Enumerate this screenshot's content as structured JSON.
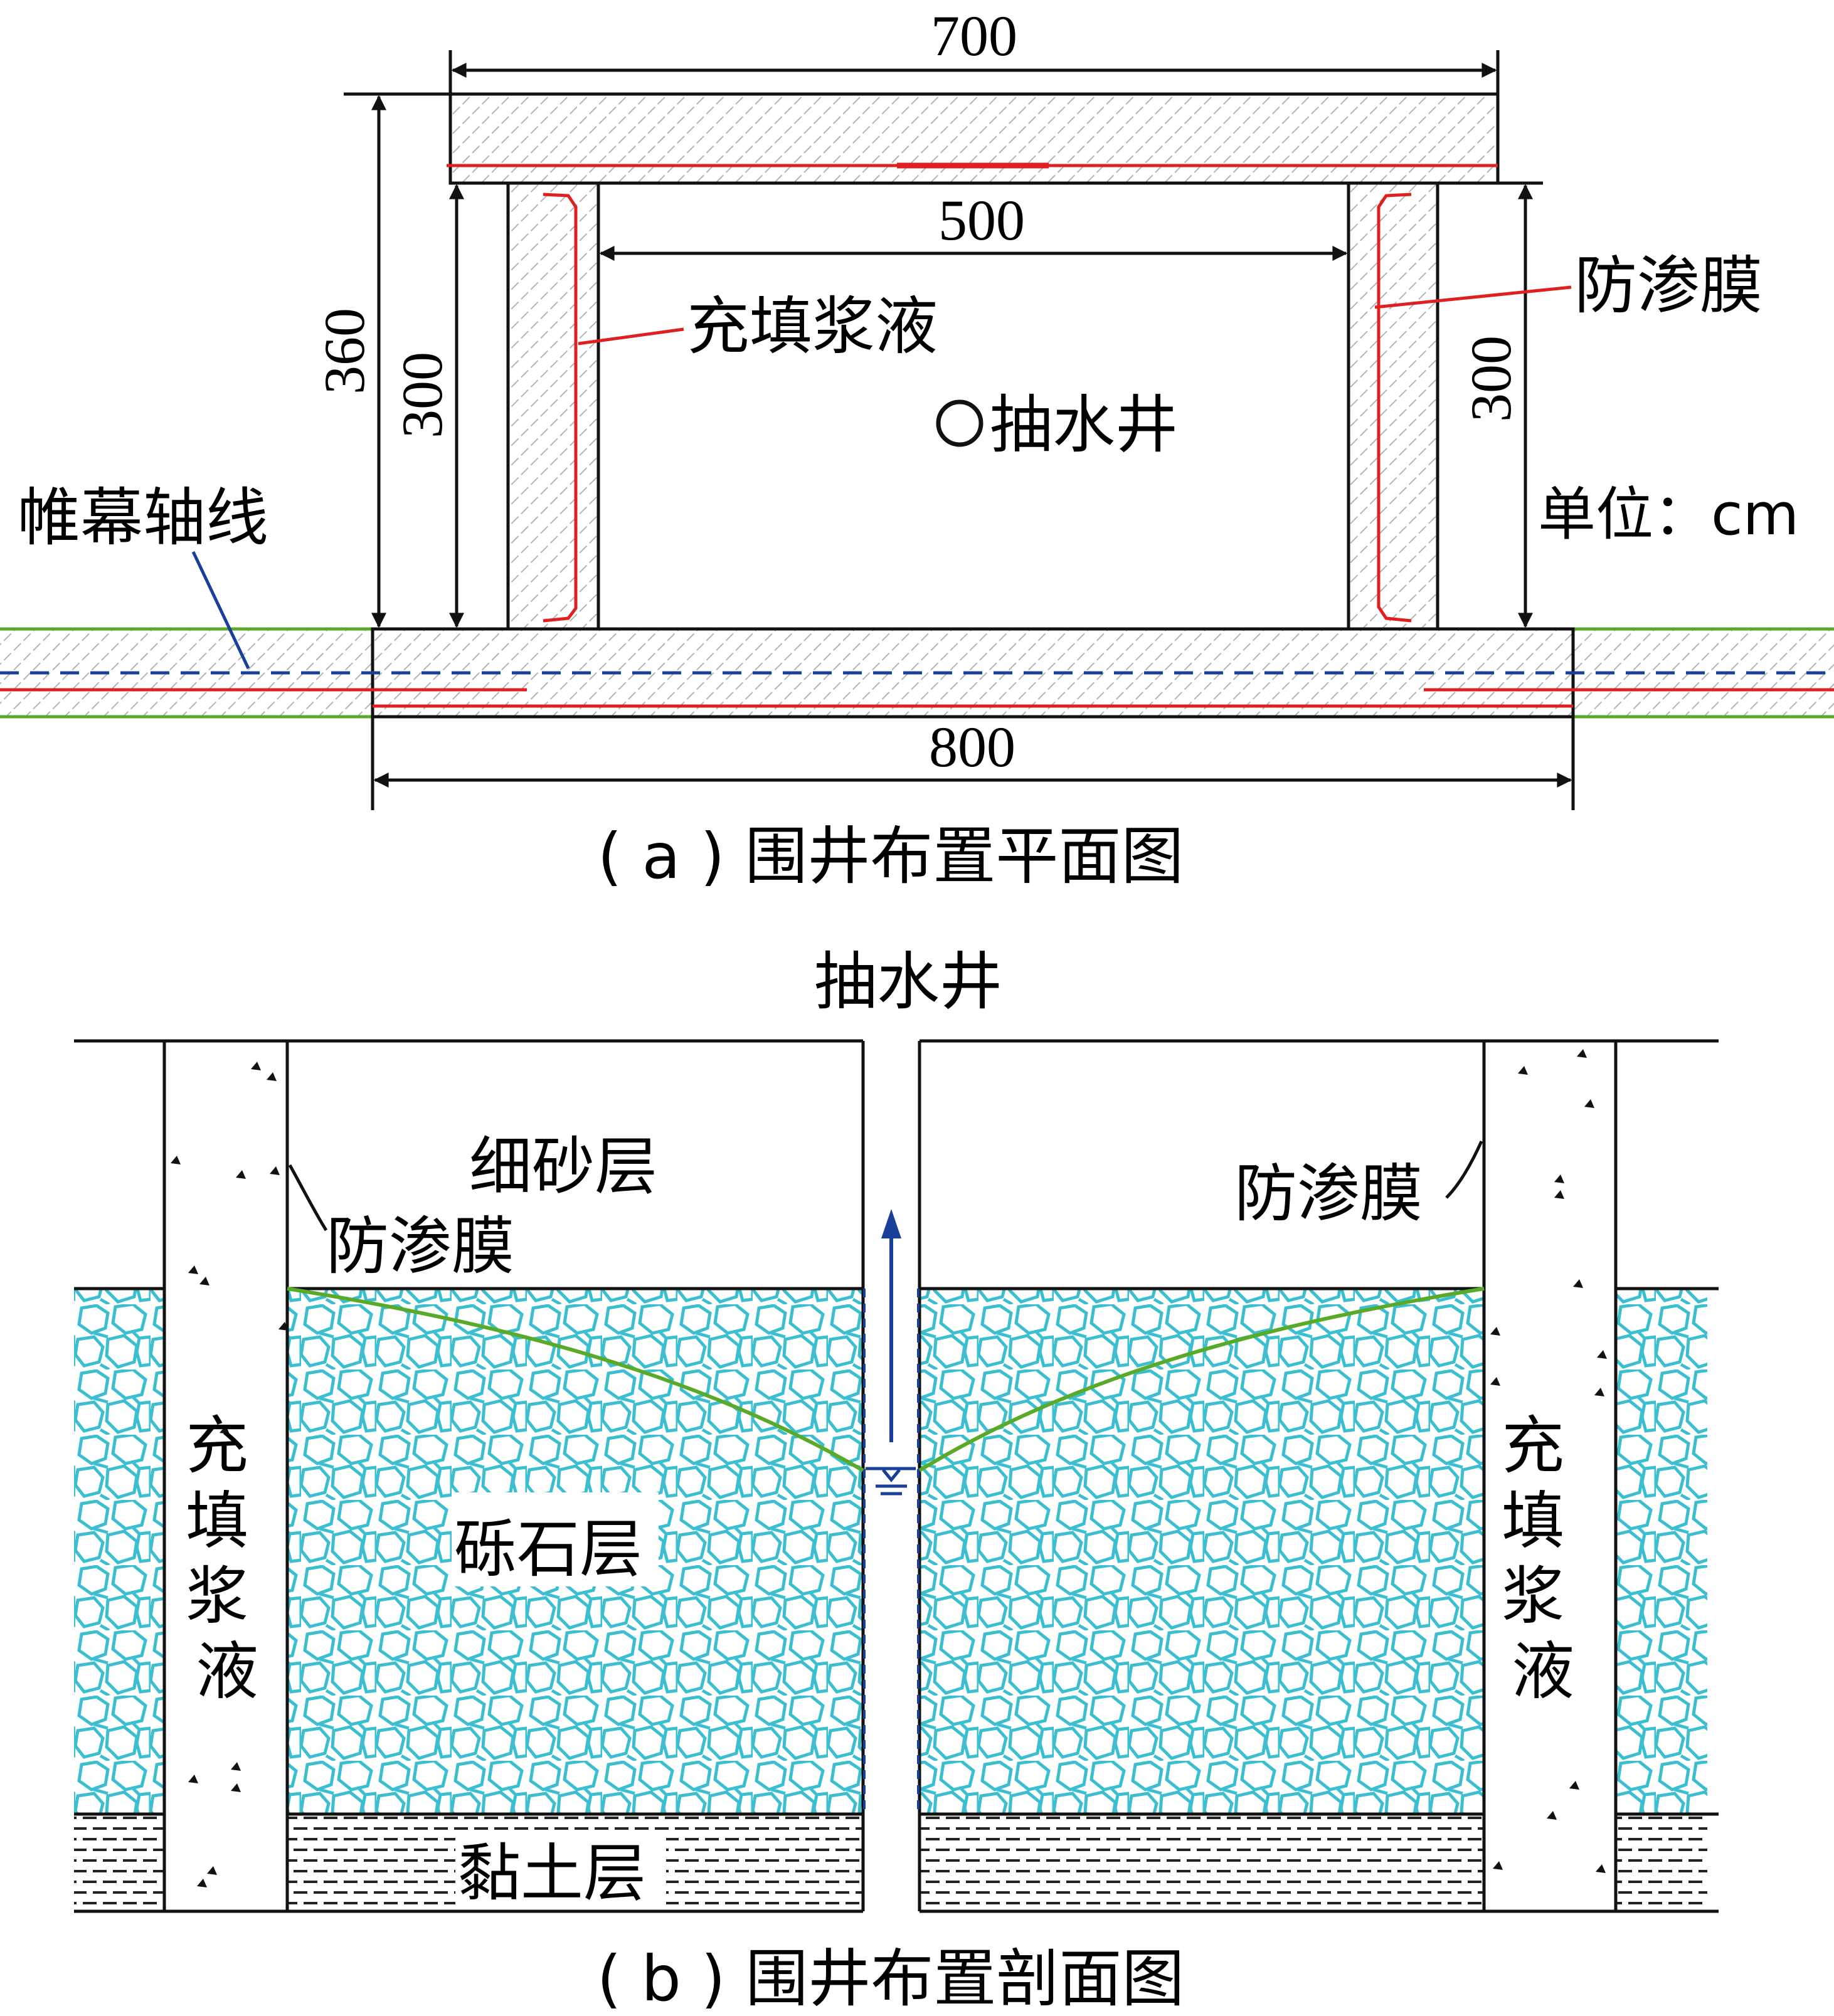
{
  "plan": {
    "dims": {
      "top_width": "700",
      "inner_width": "500",
      "bottom_width": "800",
      "outer_height": "360",
      "left_inner_height": "300",
      "right_inner_height": "300"
    },
    "labels": {
      "anti_seepage": "防渗膜",
      "grout": "充填浆液",
      "well": "抽水井",
      "axis": "帷幕轴线",
      "unit": "单位：cm"
    },
    "caption": "( a ) 围井布置平面图"
  },
  "section": {
    "well_label": "抽水井",
    "layers": {
      "fine_sand": "细砂层",
      "gravel": "砾石层",
      "clay": "黏土层"
    },
    "anti_seepage_left": "防渗膜",
    "anti_seepage_right": "防渗膜",
    "grout_left": "充填浆液",
    "grout_right": "充填浆液",
    "caption": "( b ) 围井布置剖面图"
  },
  "colors": {
    "membrane": "#e02020",
    "axis_line": "#1a3f9a",
    "boundary": "#5aaa2a",
    "gravel": "#3bbfd0",
    "arrow": "#1a3f9a"
  }
}
